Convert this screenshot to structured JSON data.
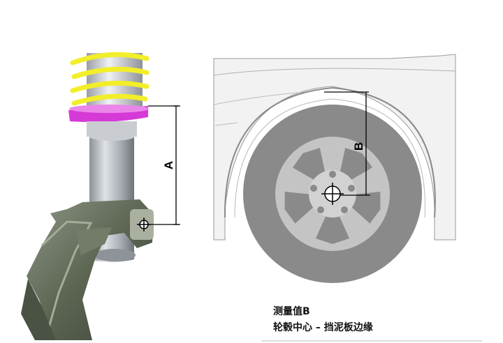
{
  "labels": {
    "dimension_a": "A",
    "dimension_b": "B"
  },
  "caption": {
    "line1": "测量值B",
    "line2": "轮毂中心 – 挡泥板边缘"
  },
  "colors": {
    "spring": "#f2ee2a",
    "spring_seat": "#d63ad6",
    "damper_body": "#9aa0a8",
    "knuckle": "#5f6856",
    "tyre": "#8a8a8a",
    "rim": "#c4c4c4",
    "body_panel": "#f2f2f2",
    "measure_line": "#000000"
  }
}
